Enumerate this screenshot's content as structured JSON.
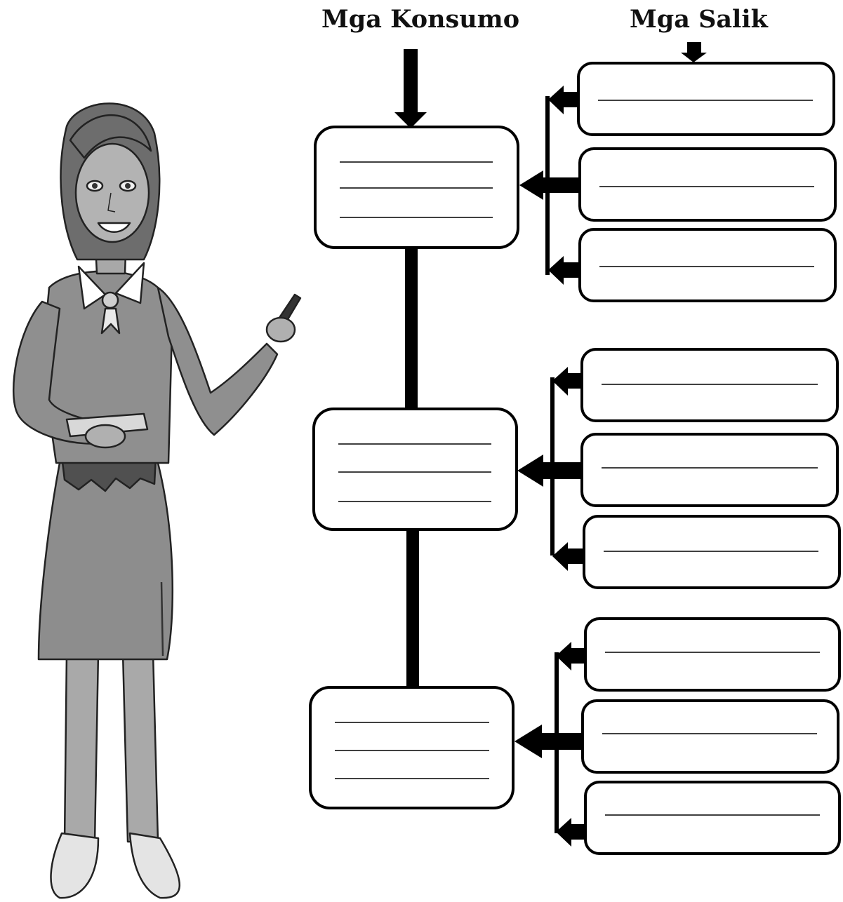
{
  "headers": {
    "consumer_label": "Mga Konsumo",
    "factor_label": "Mga Salik"
  },
  "worksheet": {
    "groups": [
      {
        "consumer_blank_lines": 3,
        "factor_boxes": 3
      },
      {
        "consumer_blank_lines": 3,
        "factor_boxes": 3
      },
      {
        "consumer_blank_lines": 3,
        "factor_boxes": 3
      }
    ]
  },
  "illustration": {
    "subject": "teacher-figure",
    "props": [
      "book",
      "marker"
    ]
  },
  "colors": {
    "stroke": "#000000",
    "box_fill": "#ffffff",
    "figure_dark": "#6a6a6a",
    "figure_mid": "#8e8e8e",
    "figure_light": "#b5b5b5",
    "skin": "#a8a8a8"
  }
}
